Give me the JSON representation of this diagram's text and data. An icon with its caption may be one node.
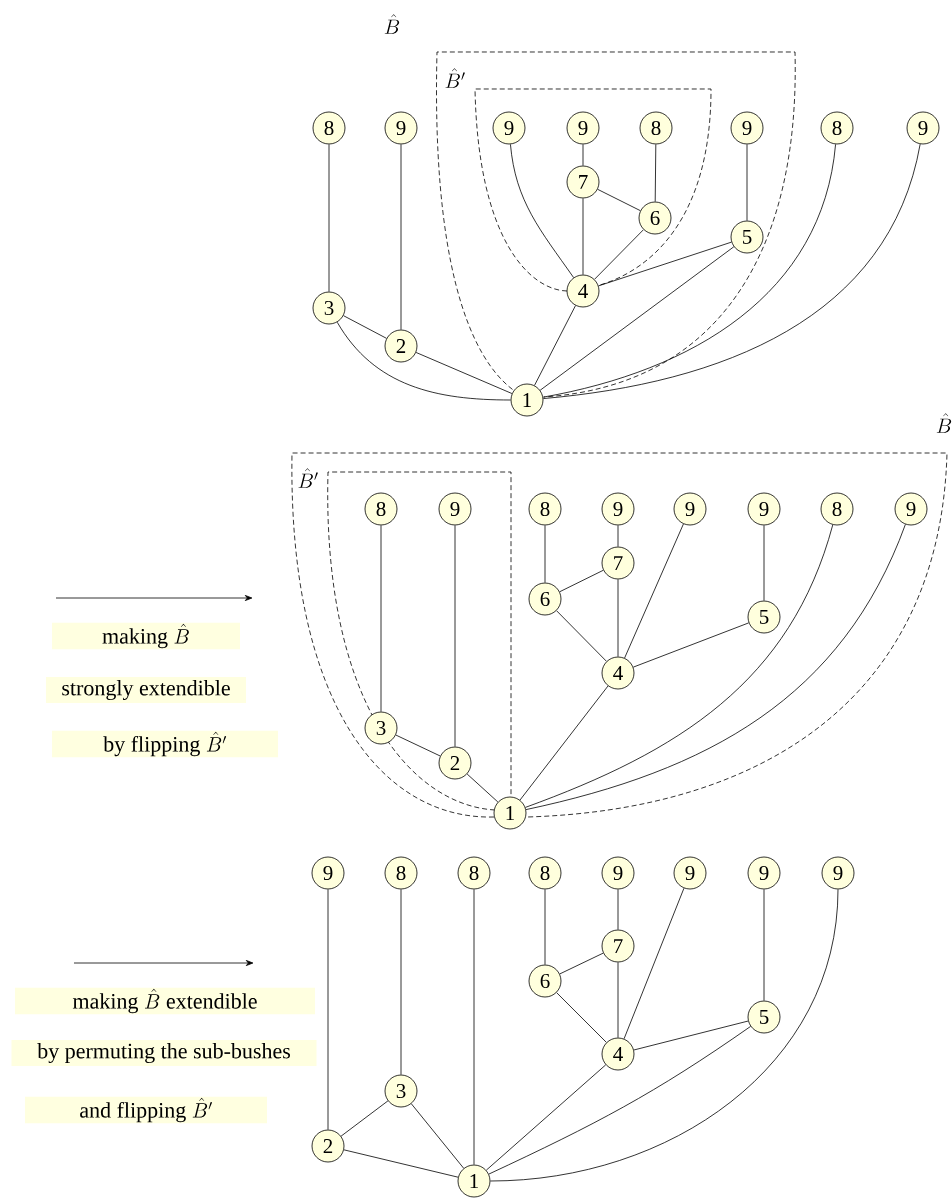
{
  "diagram": {
    "nodes": [
      {
        "text": [
          "8"
        ]
      },
      {
        "text": [
          "9"
        ]
      },
      {
        "text": [
          "9"
        ]
      },
      {
        "text": [
          "9"
        ]
      },
      {
        "text": [
          "8"
        ]
      },
      {
        "text": [
          "9"
        ]
      },
      {
        "text": [
          "8"
        ]
      },
      {
        "text": [
          "9"
        ]
      },
      {
        "text": [
          "7"
        ]
      },
      {
        "text": [
          "6"
        ]
      },
      {
        "text": [
          "5"
        ]
      },
      {
        "text": [
          "4"
        ]
      },
      {
        "text": [
          "3"
        ]
      },
      {
        "text": [
          "2"
        ]
      },
      {
        "text": [
          "1"
        ]
      },
      {
        "text": [
          "8"
        ]
      },
      {
        "text": [
          "9"
        ]
      },
      {
        "text": [
          "8"
        ]
      },
      {
        "text": [
          "9"
        ]
      },
      {
        "text": [
          "9"
        ]
      },
      {
        "text": [
          "9"
        ]
      },
      {
        "text": [
          "8"
        ]
      },
      {
        "text": [
          "9"
        ]
      },
      {
        "text": [
          "7"
        ]
      },
      {
        "text": [
          "6"
        ]
      },
      {
        "text": [
          "5"
        ]
      },
      {
        "text": [
          "4"
        ]
      },
      {
        "text": [
          "3"
        ]
      },
      {
        "text": [
          "2"
        ]
      },
      {
        "text": [
          "1"
        ]
      },
      {
        "text": [
          "9"
        ]
      },
      {
        "text": [
          "8"
        ]
      },
      {
        "text": [
          "8"
        ]
      },
      {
        "text": [
          "8"
        ]
      },
      {
        "text": [
          "9"
        ]
      },
      {
        "text": [
          "9"
        ]
      },
      {
        "text": [
          "9"
        ]
      },
      {
        "text": [
          "9"
        ]
      },
      {
        "text": [
          "7"
        ]
      },
      {
        "text": [
          "6"
        ]
      },
      {
        "text": [
          "5"
        ]
      },
      {
        "text": [
          "4"
        ]
      },
      {
        "text": [
          "3"
        ]
      },
      {
        "text": [
          "2"
        ]
      },
      {
        "text": [
          "1"
        ]
      }
    ],
    "edges": [
      {
        "from": 0,
        "to": 12,
        "arrow": "none"
      },
      {
        "from": 1,
        "to": 13,
        "arrow": "none"
      },
      {
        "from": 12,
        "to": 13,
        "arrow": "none"
      },
      {
        "from": 12,
        "to": 14,
        "arrow": "none"
      },
      {
        "from": 13,
        "to": 14,
        "arrow": "none"
      },
      {
        "from": 2,
        "to": 11,
        "arrow": "none"
      },
      {
        "from": 3,
        "to": 8,
        "arrow": "none"
      },
      {
        "from": 8,
        "to": 11,
        "arrow": "none"
      },
      {
        "from": 8,
        "to": 9,
        "arrow": "none"
      },
      {
        "from": 4,
        "to": 9,
        "arrow": "none"
      },
      {
        "from": 9,
        "to": 11,
        "arrow": "none"
      },
      {
        "from": 5,
        "to": 10,
        "arrow": "none"
      },
      {
        "from": 10,
        "to": 11,
        "arrow": "none"
      },
      {
        "from": 10,
        "to": 14,
        "arrow": "none"
      },
      {
        "from": 11,
        "to": 14,
        "arrow": "none"
      },
      {
        "from": 6,
        "to": 14,
        "arrow": "none"
      },
      {
        "from": 7,
        "to": 14,
        "arrow": "none"
      },
      {
        "from": 15,
        "to": 27,
        "arrow": "none"
      },
      {
        "from": 16,
        "to": 28,
        "arrow": "none"
      },
      {
        "from": 27,
        "to": 28,
        "arrow": "none"
      },
      {
        "from": 28,
        "to": 29,
        "arrow": "none"
      },
      {
        "from": 17,
        "to": 24,
        "arrow": "none"
      },
      {
        "from": 18,
        "to": 23,
        "arrow": "none"
      },
      {
        "from": 24,
        "to": 23,
        "arrow": "none"
      },
      {
        "from": 24,
        "to": 26,
        "arrow": "none"
      },
      {
        "from": 23,
        "to": 26,
        "arrow": "none"
      },
      {
        "from": 19,
        "to": 26,
        "arrow": "none"
      },
      {
        "from": 20,
        "to": 25,
        "arrow": "none"
      },
      {
        "from": 25,
        "to": 26,
        "arrow": "none"
      },
      {
        "from": 26,
        "to": 29,
        "arrow": "none"
      },
      {
        "from": 21,
        "to": 29,
        "arrow": "none"
      },
      {
        "from": 22,
        "to": 29,
        "arrow": "none"
      },
      {
        "from": 30,
        "to": 43,
        "arrow": "none"
      },
      {
        "from": 31,
        "to": 42,
        "arrow": "none"
      },
      {
        "from": 32,
        "to": 44,
        "arrow": "none"
      },
      {
        "from": 33,
        "to": 39,
        "arrow": "none"
      },
      {
        "from": 34,
        "to": 38,
        "arrow": "none"
      },
      {
        "from": 39,
        "to": 38,
        "arrow": "none"
      },
      {
        "from": 39,
        "to": 41,
        "arrow": "none"
      },
      {
        "from": 38,
        "to": 41,
        "arrow": "none"
      },
      {
        "from": 35,
        "to": 41,
        "arrow": "none"
      },
      {
        "from": 36,
        "to": 40,
        "arrow": "none"
      },
      {
        "from": 40,
        "to": 41,
        "arrow": "none"
      },
      {
        "from": 40,
        "to": 44,
        "arrow": "none"
      },
      {
        "from": 41,
        "to": 44,
        "arrow": "none"
      },
      {
        "from": 37,
        "to": 44,
        "arrow": "none"
      },
      {
        "from": 43,
        "to": 42,
        "arrow": "none"
      },
      {
        "from": 42,
        "to": 44,
        "arrow": "none"
      },
      {
        "from": 43,
        "to": 44,
        "arrow": "none"
      }
    ],
    "labels": [
      "\\hat{B}",
      "\\hat{B}'",
      "\\hat{B}",
      "\\hat{B}'",
      "\\text{making }\\hat{B}",
      "strongly extendible",
      "\\text{by flipping }\\hat{B}'",
      "\\text{making }\\hat{B}\\text{ extendible}",
      "by permuting the sub-bushes",
      "\\text{and flipping }\\hat{B}'"
    ]
  }
}
